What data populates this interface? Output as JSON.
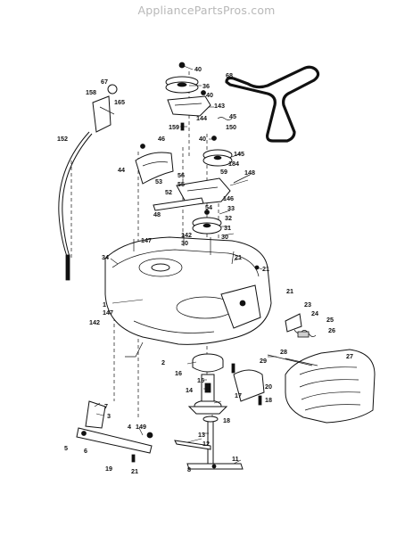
{
  "watermark": "AppliancePartsPros.com",
  "callouts": [
    {
      "id": "c67",
      "label": "67"
    },
    {
      "id": "c158",
      "label": "158"
    },
    {
      "id": "c165",
      "label": "165"
    },
    {
      "id": "c152",
      "label": "152"
    },
    {
      "id": "c40a",
      "label": "40"
    },
    {
      "id": "c36",
      "label": "36"
    },
    {
      "id": "c40b",
      "label": "40"
    },
    {
      "id": "c143",
      "label": "143"
    },
    {
      "id": "c68",
      "label": "68"
    },
    {
      "id": "c144",
      "label": "144"
    },
    {
      "id": "c45",
      "label": "45"
    },
    {
      "id": "c159",
      "label": "159"
    },
    {
      "id": "c150",
      "label": "150"
    },
    {
      "id": "c46",
      "label": "46"
    },
    {
      "id": "c40c",
      "label": "40"
    },
    {
      "id": "c145",
      "label": "145"
    },
    {
      "id": "c184",
      "label": "184"
    },
    {
      "id": "c59",
      "label": "59"
    },
    {
      "id": "c148",
      "label": "148"
    },
    {
      "id": "c44",
      "label": "44"
    },
    {
      "id": "c56",
      "label": "56"
    },
    {
      "id": "c55",
      "label": "55"
    },
    {
      "id": "c53",
      "label": "53"
    },
    {
      "id": "c52",
      "label": "52"
    },
    {
      "id": "c146",
      "label": "146"
    },
    {
      "id": "c54",
      "label": "54"
    },
    {
      "id": "c33",
      "label": "33"
    },
    {
      "id": "c48",
      "label": "48"
    },
    {
      "id": "c32",
      "label": "32"
    },
    {
      "id": "c31",
      "label": "31"
    },
    {
      "id": "c142a",
      "label": "142"
    },
    {
      "id": "c30a",
      "label": "30"
    },
    {
      "id": "c147a",
      "label": "147"
    },
    {
      "id": "c30b",
      "label": "30"
    },
    {
      "id": "c21a",
      "label": "21"
    },
    {
      "id": "c34",
      "label": "34"
    },
    {
      "id": "c21b",
      "label": "21"
    },
    {
      "id": "c1",
      "label": "1"
    },
    {
      "id": "c21c",
      "label": "21"
    },
    {
      "id": "c147b",
      "label": "147"
    },
    {
      "id": "c23",
      "label": "23"
    },
    {
      "id": "c24",
      "label": "24"
    },
    {
      "id": "c142b",
      "label": "142"
    },
    {
      "id": "c25",
      "label": "25"
    },
    {
      "id": "c26",
      "label": "26"
    },
    {
      "id": "c27",
      "label": "27"
    },
    {
      "id": "c28",
      "label": "28"
    },
    {
      "id": "c29",
      "label": "29"
    },
    {
      "id": "c2",
      "label": "2"
    },
    {
      "id": "c16",
      "label": "16"
    },
    {
      "id": "c15",
      "label": "15"
    },
    {
      "id": "c14",
      "label": "14"
    },
    {
      "id": "c20",
      "label": "20"
    },
    {
      "id": "c17",
      "label": "17"
    },
    {
      "id": "c18a",
      "label": "18"
    },
    {
      "id": "c18b",
      "label": "18"
    },
    {
      "id": "c7",
      "label": "7"
    },
    {
      "id": "c3",
      "label": "3"
    },
    {
      "id": "c4",
      "label": "4"
    },
    {
      "id": "c149",
      "label": "149"
    },
    {
      "id": "c5",
      "label": "5"
    },
    {
      "id": "c6",
      "label": "6"
    },
    {
      "id": "c13",
      "label": "13"
    },
    {
      "id": "c12",
      "label": "12"
    },
    {
      "id": "c11",
      "label": "11"
    },
    {
      "id": "c19",
      "label": "19"
    },
    {
      "id": "c21d",
      "label": "21"
    },
    {
      "id": "c8",
      "label": "8"
    }
  ]
}
